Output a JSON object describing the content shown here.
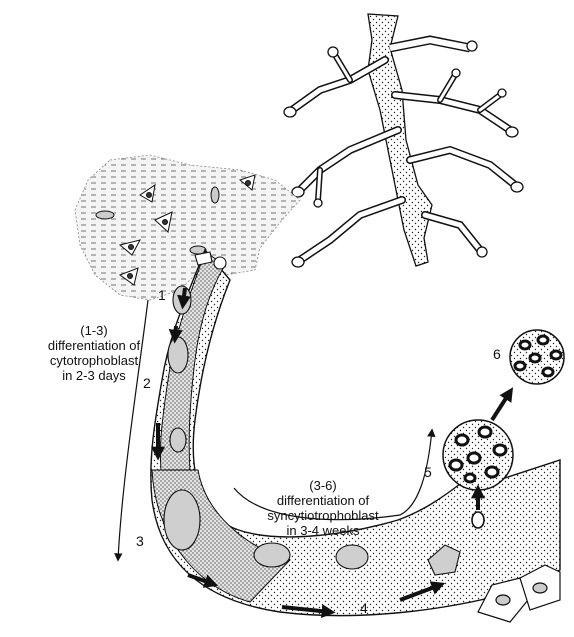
{
  "annotations": {
    "left": {
      "range": "(1-3)",
      "line1": "differentiation of",
      "line2": "cytotrophoblast",
      "line3": "in 2-3 days"
    },
    "center": {
      "range": "(3-6)",
      "line1": "differentiation of",
      "line2": "syncytiotrophoblast",
      "line3": "in 3-4 weeks"
    }
  },
  "stages": {
    "s1": "1",
    "s2": "2",
    "s3": "3",
    "s4": "4",
    "s5": "5",
    "s6": "6"
  }
}
